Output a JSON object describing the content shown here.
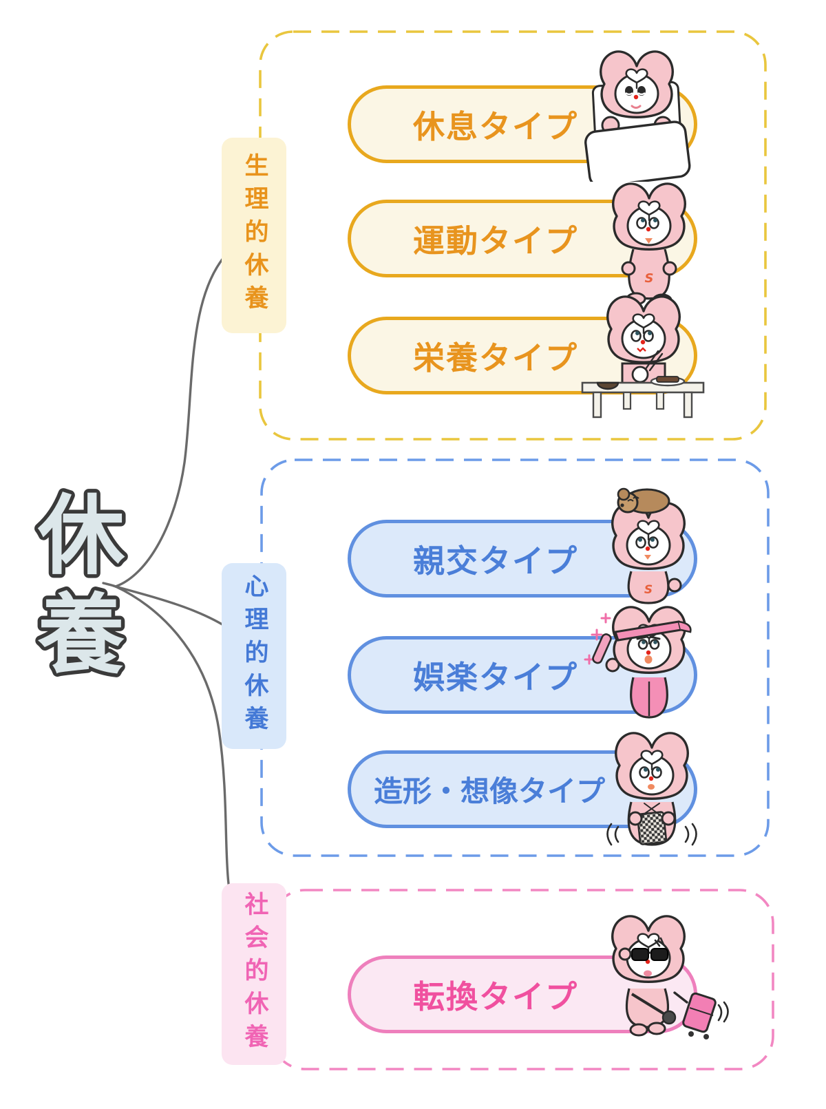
{
  "title": {
    "text": "休養",
    "chars": [
      "休",
      "養"
    ],
    "fill": "#DCE7EA",
    "outline": "#3A3A3A"
  },
  "diagram": {
    "connector_color": "#6A6A6A"
  },
  "groups": [
    {
      "id": "physiological-rest",
      "label": "生理的休養",
      "colors": {
        "dash": "#E9C63E",
        "pill_border": "#E8A81E",
        "pill_bg": "#FBF6E5",
        "text": "#E8941E",
        "label_bg": "#FCF3D4",
        "label_text": "#E8931C"
      },
      "items": [
        {
          "label": "休息タイプ",
          "icon": "rabbit-sleeping-icon"
        },
        {
          "label": "運動タイプ",
          "icon": "rabbit-exercising-icon"
        },
        {
          "label": "栄養タイプ",
          "icon": "rabbit-eating-icon"
        }
      ]
    },
    {
      "id": "psychological-rest",
      "label": "心理的休養",
      "colors": {
        "dash": "#6C9BE8",
        "pill_border": "#6090E0",
        "pill_bg": "#DCE9FA",
        "text": "#4A7ED8",
        "label_bg": "#D9E8FA",
        "label_text": "#4479D6"
      },
      "items": [
        {
          "label": "親交タイプ",
          "icon": "rabbit-with-dog-icon"
        },
        {
          "label": "娯楽タイプ",
          "icon": "rabbit-concert-icon"
        },
        {
          "label": "造形・想像タイプ",
          "icon": "rabbit-knitting-icon"
        }
      ]
    },
    {
      "id": "social-rest",
      "label": "社会的休養",
      "colors": {
        "dash": "#F287C2",
        "pill_border": "#EE7FBC",
        "pill_bg": "#FBE8F3",
        "text": "#F0509F",
        "label_bg": "#FCE4F1",
        "label_text": "#F064B4"
      },
      "items": [
        {
          "label": "転換タイプ",
          "icon": "rabbit-traveling-icon"
        }
      ]
    }
  ]
}
